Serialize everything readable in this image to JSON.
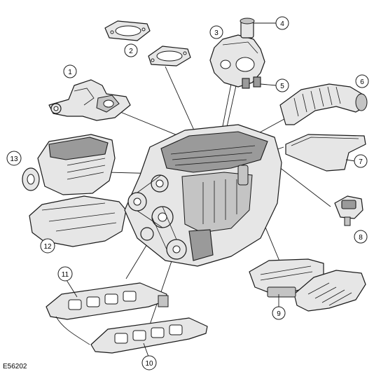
{
  "figure": {
    "reference_code": "E56202",
    "callouts": [
      "1",
      "2",
      "3",
      "4",
      "5",
      "6",
      "7",
      "8",
      "9",
      "10",
      "11",
      "12",
      "13"
    ]
  }
}
